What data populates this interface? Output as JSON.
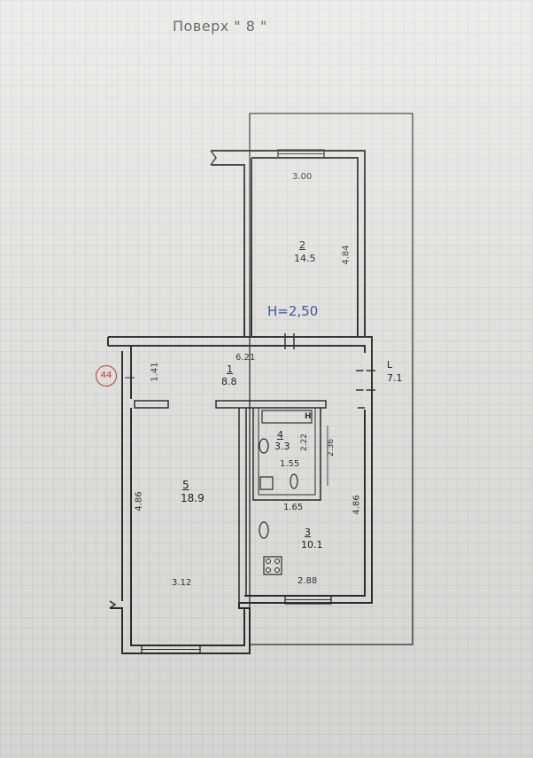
{
  "title": "Поверх \" 8 \"",
  "ceiling_height": "H=2,50",
  "axis_badge": "44",
  "rooms": [
    {
      "number": "1",
      "area": "8.8"
    },
    {
      "number": "2",
      "area": "14.5"
    },
    {
      "number": "3",
      "area": "10.1"
    },
    {
      "number": "4",
      "area": "3.3"
    },
    {
      "number": "5",
      "area": "18.9"
    }
  ],
  "dimensions": {
    "room2_width": "3.00",
    "room2_length": "4.84",
    "corridor_width": "6.21",
    "corridor_depth": "1.41",
    "room4_length": "2.22",
    "room4_side": "2.36",
    "room4_width": "1.55",
    "room3_top": "1.65",
    "room3_length": "4.86",
    "room3_width": "2.88",
    "room5_length": "4.86",
    "room5_width": "3.12"
  },
  "balcony": {
    "marker": "L",
    "area": "7.1"
  },
  "fixture_marker": "H"
}
